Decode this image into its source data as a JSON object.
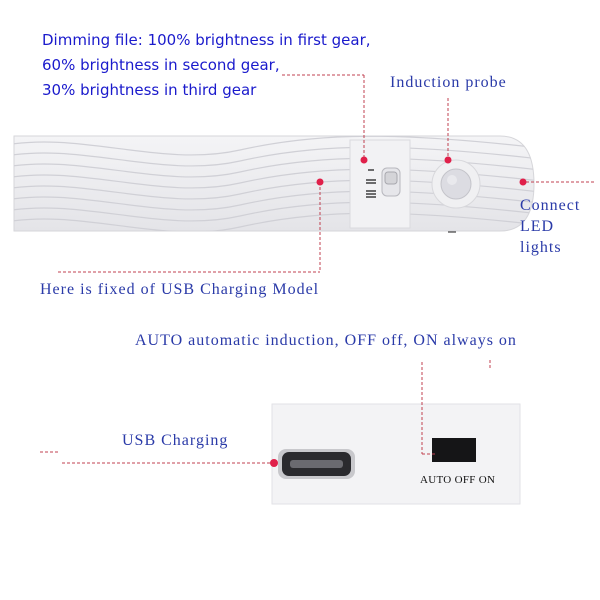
{
  "dimming": {
    "line1": "Dimming file: 100% brightness in first gear,",
    "line2": "60% brightness in second gear,",
    "line3": "30% brightness in third gear"
  },
  "labels": {
    "induction_probe": "Induction probe",
    "connect_line1": "Connect",
    "connect_line2": "LED",
    "connect_line3": "lights",
    "usb_model": "Here is fixed of USB Charging Model",
    "switch_modes": "AUTO automatic induction, OFF off, ON always on",
    "usb_charging": "USB Charging",
    "switch_positions": "AUTO OFF ON"
  },
  "colors": {
    "label_blue": "#2a3aa8",
    "leader_red": "#e0204a"
  }
}
